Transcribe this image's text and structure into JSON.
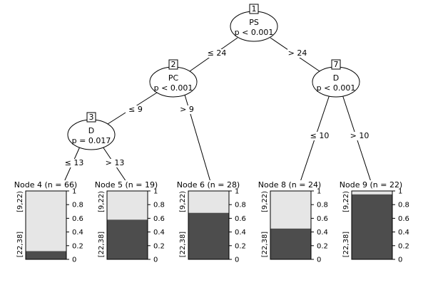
{
  "inner_nodes": [
    {
      "id": "1",
      "variable": "PS",
      "pvalue": "p < 0.001"
    },
    {
      "id": "2",
      "variable": "PC",
      "pvalue": "p < 0.001"
    },
    {
      "id": "3",
      "variable": "D",
      "pvalue": "p = 0.017"
    },
    {
      "id": "7",
      "variable": "D",
      "pvalue": "p < 0.001"
    }
  ],
  "edges": [
    {
      "from": "1",
      "to": "2",
      "label": "≤ 24"
    },
    {
      "from": "1",
      "to": "7",
      "label": "> 24"
    },
    {
      "from": "2",
      "to": "3",
      "label": "≤ 9"
    },
    {
      "from": "2",
      "to": "6",
      "label": "> 9"
    },
    {
      "from": "3",
      "to": "4",
      "label": "≤ 13"
    },
    {
      "from": "3",
      "to": "5",
      "label": "> 13"
    },
    {
      "from": "7",
      "to": "8",
      "label": "≤ 10"
    },
    {
      "from": "7",
      "to": "9",
      "label": "> 10"
    }
  ],
  "terminal_nodes": [
    {
      "id": "4",
      "title": "Node 4 (n = 66)",
      "dark_fraction": 0.12
    },
    {
      "id": "5",
      "title": "Node 5 (n = 19)",
      "dark_fraction": 0.58
    },
    {
      "id": "6",
      "title": "Node 6 (n = 28)",
      "dark_fraction": 0.68
    },
    {
      "id": "8",
      "title": "Node 8 (n = 24)",
      "dark_fraction": 0.45
    },
    {
      "id": "9",
      "title": "Node 9 (n = 22)",
      "dark_fraction": 0.95
    }
  ],
  "bar_categories": {
    "top": "[9,22)",
    "bottom": "[22,38]"
  },
  "axis_ticks": [
    "0",
    "0.2",
    "0.4",
    "0.6",
    "0.8",
    "1"
  ],
  "colors": {
    "dark": "#4d4d4d",
    "light": "#e6e6e6",
    "line": "#000000"
  }
}
